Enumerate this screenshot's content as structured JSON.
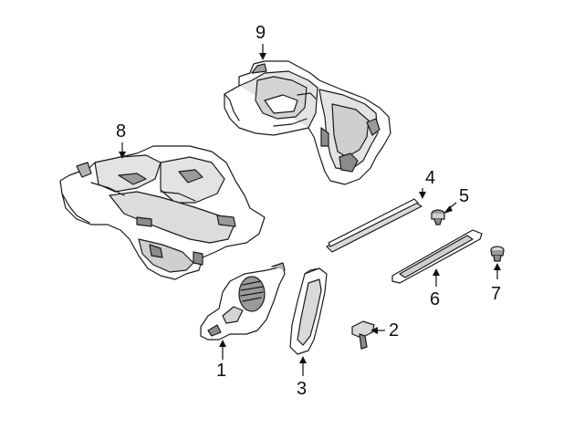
{
  "diagram": {
    "colors": {
      "line": "#1a1a1a",
      "fill_light": "#ffffff",
      "fill_shade": "#d9d9d9",
      "fill_dark": "#8c8c8c"
    },
    "callouts": [
      {
        "id": "1",
        "label": "1"
      },
      {
        "id": "2",
        "label": "2"
      },
      {
        "id": "3",
        "label": "3"
      },
      {
        "id": "4",
        "label": "4"
      },
      {
        "id": "5",
        "label": "5"
      },
      {
        "id": "6",
        "label": "6"
      },
      {
        "id": "7",
        "label": "7"
      },
      {
        "id": "8",
        "label": "8"
      },
      {
        "id": "9",
        "label": "9"
      }
    ]
  }
}
